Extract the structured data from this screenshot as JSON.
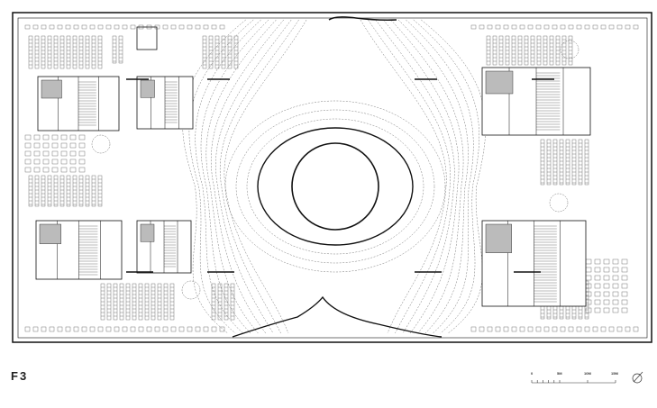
{
  "floor_label": "F3",
  "scale_bar": {
    "labels": [
      "0",
      "5M",
      "10M",
      "15M"
    ],
    "values_m": [
      0,
      5,
      10,
      15
    ]
  },
  "north_arrow_icon": "north-arrow-icon",
  "colors": {
    "line": "#111111",
    "contour": "#777777",
    "furniture": "#555555",
    "fill": "#bbbbbb"
  }
}
